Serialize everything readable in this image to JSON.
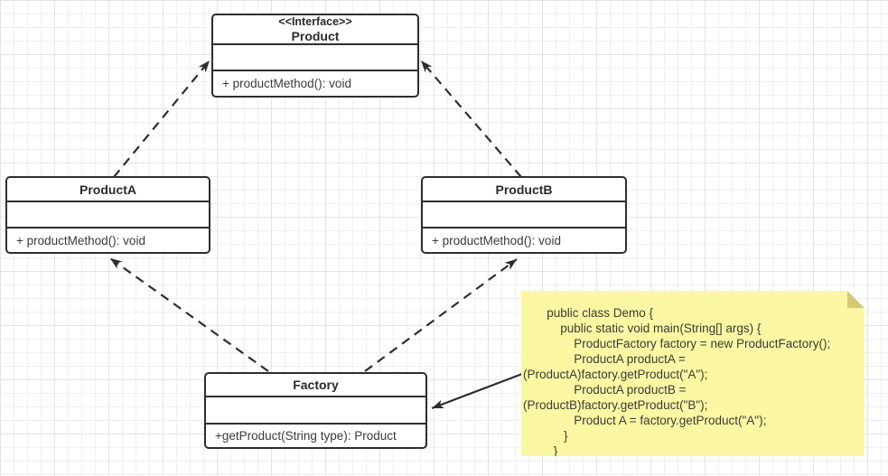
{
  "canvas": {
    "background": "#ffffff",
    "grid_minor_color": "#efefef",
    "grid_major_color": "#e3e3e3",
    "stroke_color": "#2e2e2e"
  },
  "classes": {
    "product": {
      "stereotype": "<<Interface>>",
      "name": "Product",
      "attributes": "",
      "method": "+ productMethod(): void"
    },
    "producta": {
      "name": "ProductA",
      "attributes": "",
      "method": "+ productMethod(): void"
    },
    "productb": {
      "name": "ProductB",
      "attributes": "",
      "method": "+ productMethod(): void"
    },
    "factory": {
      "name": "Factory",
      "attributes": "",
      "method": "+getProduct(String type): Product"
    }
  },
  "note": {
    "fill_color": "#fbf7a2",
    "fold_color": "#d4ca74",
    "lines": [
      "       public class Demo {",
      "           public static void main(String[] args) {",
      "               ProductFactory factory = new ProductFactory();",
      "               ProductA productA =",
      "(ProductA)factory.getProduct(\"A\");",
      "               ProductA productB =",
      "(ProductB)factory.getProduct(\"B\");",
      "               Product A = factory.getProduct(\"A\");",
      "            }",
      "         }"
    ]
  },
  "edges": [
    {
      "id": "producta-realizes-product",
      "from": "ProductA",
      "to": "Product",
      "line": "dashed",
      "arrow": "filled"
    },
    {
      "id": "productb-realizes-product",
      "from": "ProductB",
      "to": "Product",
      "line": "dashed",
      "arrow": "filled"
    },
    {
      "id": "factory-creates-producta",
      "from": "Factory",
      "to": "ProductA",
      "line": "dashed",
      "arrow": "filled"
    },
    {
      "id": "factory-creates-productb",
      "from": "Factory",
      "to": "ProductB",
      "line": "dashed",
      "arrow": "filled"
    },
    {
      "id": "note-attached-to-factory",
      "from": "Note",
      "to": "Factory",
      "line": "solid",
      "arrow": "filled"
    }
  ]
}
